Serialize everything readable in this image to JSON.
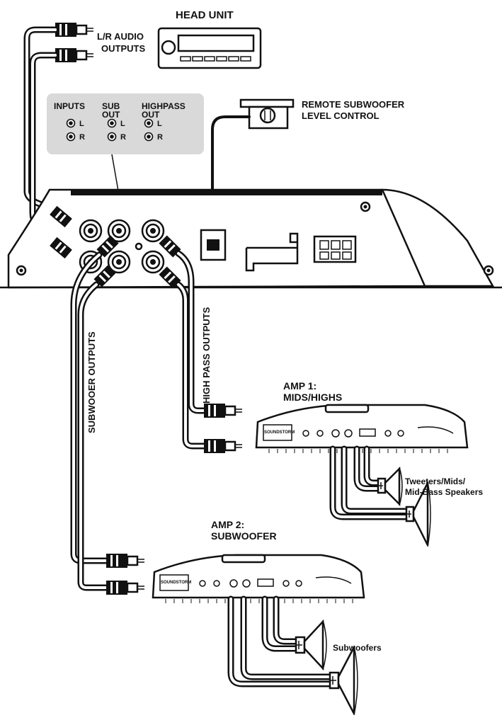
{
  "head_unit": {
    "title": "HEAD UNIT",
    "outputs_label_line1": "L/R AUDIO",
    "outputs_label_line2": "OUTPUTS"
  },
  "panel": {
    "columns": [
      {
        "line1": "INPUTS",
        "line2": ""
      },
      {
        "line1": "SUB",
        "line2": "OUT"
      },
      {
        "line1": "HIGHPASS",
        "line2": "OUT"
      }
    ],
    "channels": [
      "L",
      "R"
    ]
  },
  "remote": {
    "label_line1": "REMOTE SUBWOOFER",
    "label_line2": "LEVEL CONTROL"
  },
  "wire_labels": {
    "subwoofer_outputs": "SUBWOOER OUTPUTS",
    "high_pass_outputs": "HIGH PASS OUTPUTS"
  },
  "amp1": {
    "title_line1": "AMP 1:",
    "title_line2": "MIDS/HIGHS",
    "brand": "SOUNDSTORM",
    "speakers_line1": "Tweeters/Mids/",
    "speakers_line2": "Mid-Bass Speakers"
  },
  "amp2": {
    "title_line1": "AMP 2:",
    "title_line2": "SUBWOOFER",
    "brand": "SOUNDSTORM",
    "speakers_label": "Subwoofers"
  },
  "colors": {
    "ink": "#111111",
    "panel_fill": "#d9d9d9",
    "background": "#ffffff"
  }
}
